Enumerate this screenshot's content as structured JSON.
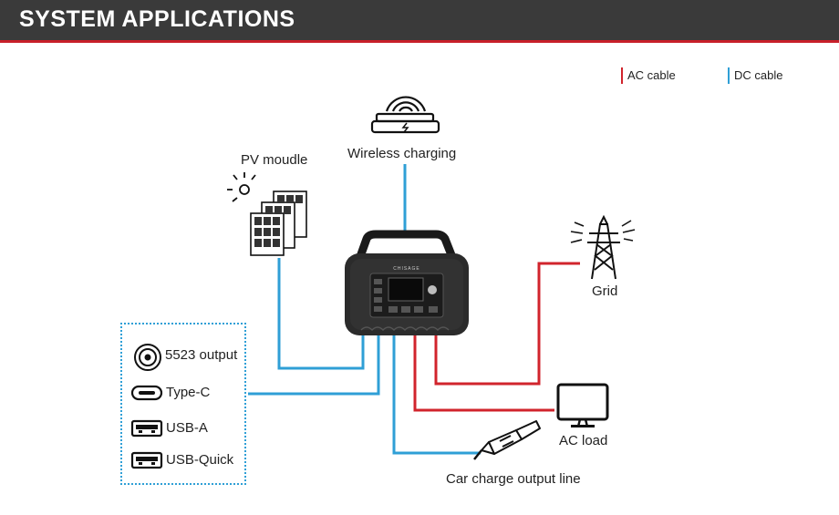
{
  "header": {
    "title": "SYSTEM APPLICATIONS"
  },
  "legend": {
    "ac_label": "AC cable",
    "dc_label": "DC cable",
    "ac_color": "#d1242c",
    "dc_color": "#2f9fd6"
  },
  "device": {
    "brand": "CHISAGE"
  },
  "nodes": {
    "wireless": "Wireless charging",
    "pv": "PV moudle",
    "grid": "Grid",
    "ac_load": "AC load",
    "car": "Car charge output line"
  },
  "dc_ports": [
    {
      "label": "5523 output",
      "icon": "dc-barrel-icon"
    },
    {
      "label": "Type-C",
      "icon": "usb-c-icon"
    },
    {
      "label": "USB-A",
      "icon": "usb-a-icon"
    },
    {
      "label": "USB-Quick",
      "icon": "usb-quick-icon"
    }
  ]
}
